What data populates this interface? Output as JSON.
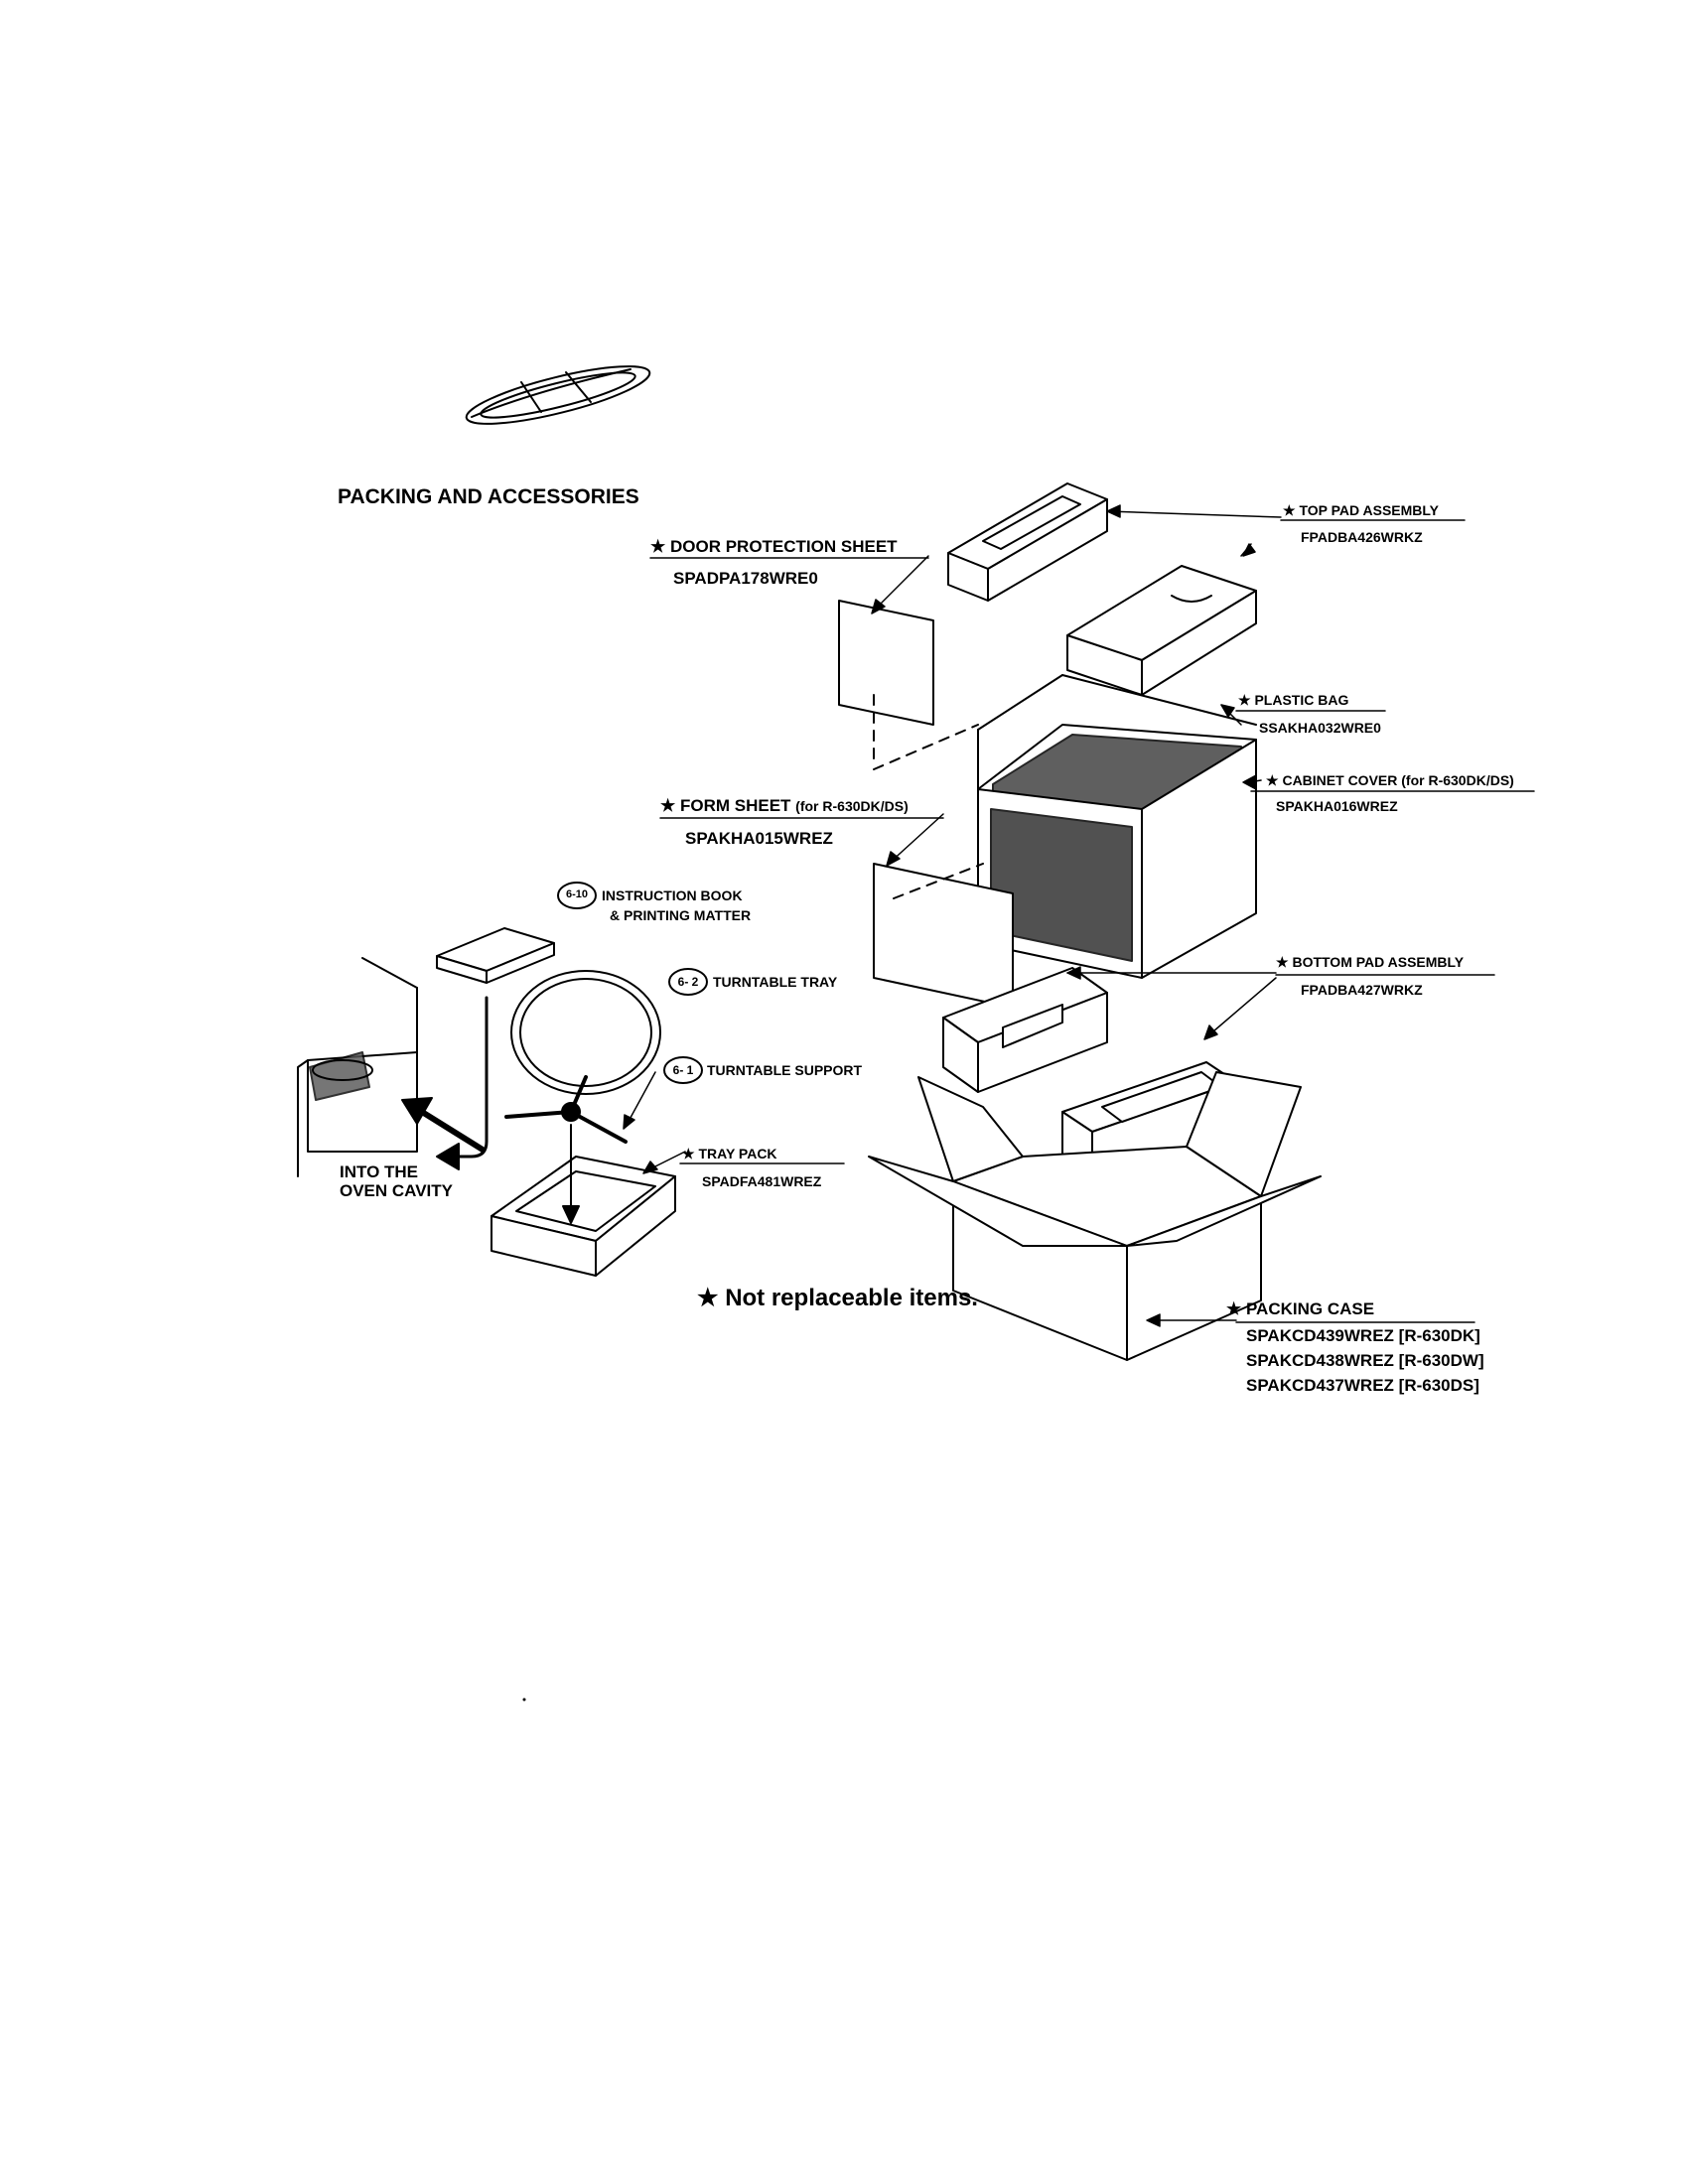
{
  "title": "PACKING AND ACCESSORIES",
  "star": "★",
  "parts": {
    "top_pad": {
      "name": "TOP PAD ASSEMBLY",
      "code": "FPADBA426WRKZ"
    },
    "door_sheet": {
      "name": "DOOR PROTECTION SHEET",
      "code": "SPADPA178WRE0"
    },
    "plastic_bag": {
      "name": "PLASTIC BAG",
      "code": "SSAKHA032WRE0"
    },
    "cabinet_cover": {
      "name": "CABINET COVER",
      "note": "(for R-630DK/DS)",
      "code": "SPAKHA016WREZ"
    },
    "form_sheet": {
      "name": "FORM SHEET",
      "note": "(for R-630DK/DS)",
      "code": "SPAKHA015WREZ"
    },
    "instruction_book": {
      "ref": "6-10",
      "line1": "INSTRUCTION BOOK",
      "line2": "& PRINTING MATTER"
    },
    "turntable_tray": {
      "ref": "6- 2",
      "name": "TURNTABLE TRAY"
    },
    "turntable_support": {
      "ref": "6- 1",
      "name": "TURNTABLE SUPPORT"
    },
    "bottom_pad": {
      "name": "BOTTOM PAD ASSEMBLY",
      "code": "FPADBA427WRKZ"
    },
    "tray_pack": {
      "name": "TRAY PACK",
      "code": "SPADFA481WREZ"
    },
    "packing_case": {
      "name": "PACKING CASE",
      "codes": [
        "SPAKCD439WREZ [R-630DK]",
        "SPAKCD438WREZ [R-630DW]",
        "SPAKCD437WREZ [R-630DS]"
      ]
    }
  },
  "into_cavity": {
    "line1": "INTO THE",
    "line2": "OVEN CAVITY"
  },
  "footnote": "Not replaceable items."
}
